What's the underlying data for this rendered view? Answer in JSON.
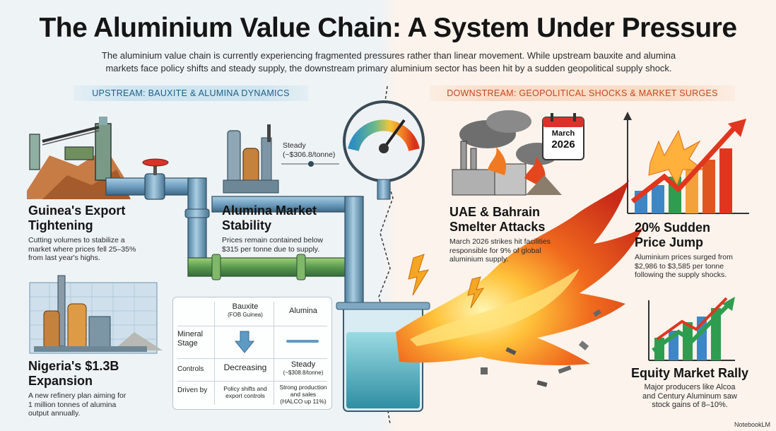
{
  "header": {
    "title": "The Aluminium Value Chain: A System Under Pressure",
    "subtitle_line1": "The aluminium value chain is currently experiencing fragmented pressures rather than linear movement. While upstream bauxite and alumina",
    "subtitle_line2": "markets face policy shifts and steady supply, the downstream primary aluminium sector has been hit by a sudden geopolitical supply shock."
  },
  "banners": {
    "upstream": "UPSTREAM: BAUXITE & ALUMINA DYNAMICS",
    "downstream": "DOWNSTREAM: GEOPOLITICAL SHOCKS & MARKET SURGES"
  },
  "upstream": {
    "guinea": {
      "title_line1": "Guinea's Export",
      "title_line2": "Tightening",
      "body_line1": "Cutting volumes to stabilize a",
      "body_line2": "market where prices fell 25–35%",
      "body_line3": "from last year's highs."
    },
    "alumina": {
      "title_line1": "Alumina Market",
      "title_line2": "Stability",
      "body_line1": "Prices remain contained below",
      "body_line2": "$315 per tonne due to supply.",
      "gauge_label_line1": "Steady",
      "gauge_label_line2": "(~$306.8/tonne)"
    },
    "nigeria": {
      "title_line1": "Nigeria's $1.3B",
      "title_line2": "Expansion",
      "body_line1": "A new refinery plan aiming for",
      "body_line2": "1 million tonnes of alumina",
      "body_line3": "output annually."
    }
  },
  "table": {
    "col_bauxite": "Bauxite",
    "col_bauxite_sub": "(FOB Guinea)",
    "col_alumina": "Alumina",
    "row1_label_line1": "Mineral",
    "row1_label_line2": "Stage",
    "row2_label": "Controls",
    "row2_bauxite": "Decreasing",
    "row2_alumina": "Steady",
    "row2_alumina_sub": "(~$308.8/tonne)",
    "row3_label": "Driven by",
    "row3_bauxite_line1": "Policy shifts and",
    "row3_bauxite_line2": "export controls",
    "row3_alumina_line1": "Strong production",
    "row3_alumina_line2": "and sales",
    "row3_alumina_line3": "(HALCO up 11%)"
  },
  "downstream": {
    "calendar_month": "March",
    "calendar_year": "2026",
    "uae": {
      "title_line1": "UAE & Bahrain",
      "title_line2": "Smelter Attacks",
      "body_line1": "March 2026 strikes hit facilities",
      "body_line2": "responsible for 9% of global",
      "body_line3": "aluminium supply."
    },
    "price": {
      "title_line1": "20% Sudden",
      "title_line2": "Price Jump",
      "body_line1": "Aluminium prices surged from",
      "body_line2": "$2,986 to $3,585 per tonne",
      "body_line3": "following the supply shocks."
    },
    "equity": {
      "title": "Equity Market Rally",
      "body_line1": "Major producers like Alcoa",
      "body_line2": "and Century Aluminum saw",
      "body_line3": "stock gains of 8–10%."
    }
  },
  "watermark": "NotebookLM",
  "colors": {
    "pipe_blue": "#6f9fc0",
    "liquid_teal": "#5fb8c9",
    "fire_orange": "#f07a22",
    "fire_red": "#d8321c",
    "bar_blue": "#3d87c6",
    "bar_green": "#2f9d4f",
    "arrow_red": "#e0361f"
  }
}
